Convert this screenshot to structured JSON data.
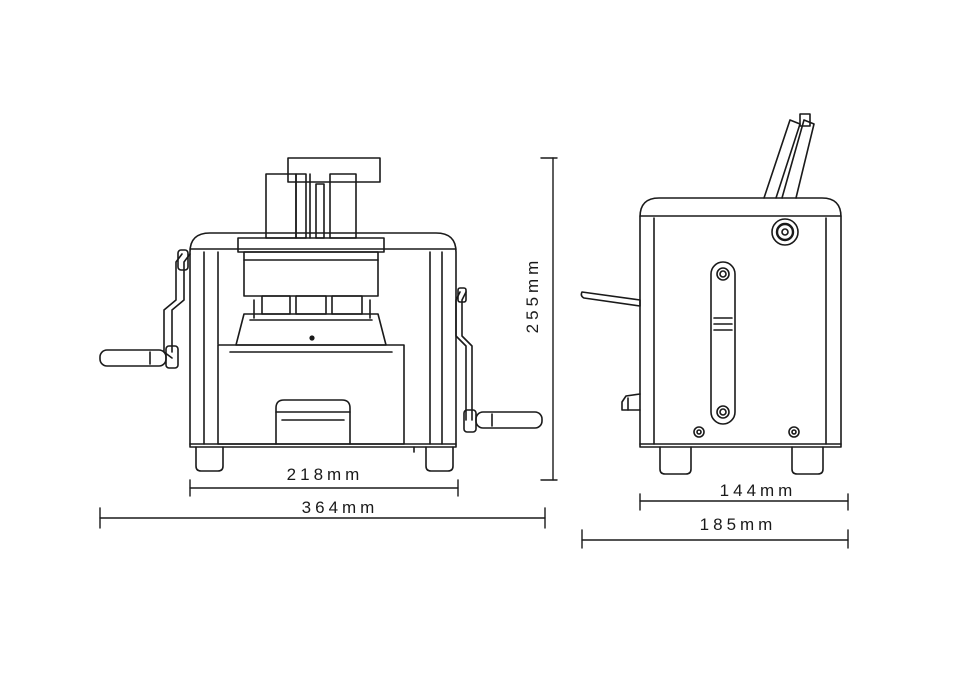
{
  "dimensions": {
    "front_inner_width": "218mm",
    "front_total_width": "364mm",
    "height": "255mm",
    "side_inner_depth": "144mm",
    "side_total_depth": "185mm"
  },
  "colors": {
    "line": "#1a1a1a",
    "background": "#ffffff"
  }
}
